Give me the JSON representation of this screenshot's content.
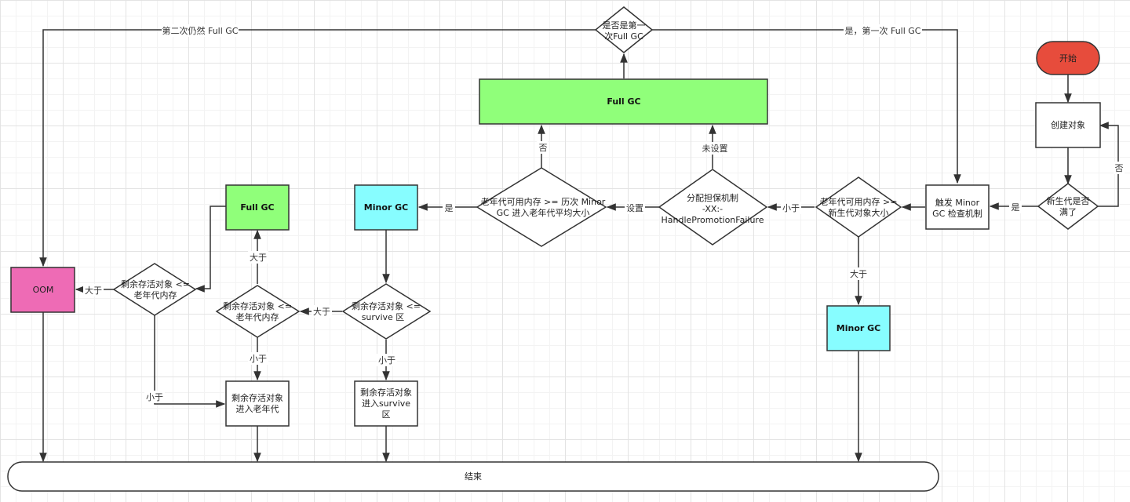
{
  "colors": {
    "start_red": "#e74c3c",
    "full_gc_green": "#90ff7a",
    "minor_gc_cyan": "#87fdff",
    "oom_pink": "#ee6bb5",
    "white": "#ffffff"
  },
  "nodes": {
    "start": "开始",
    "create_object": "创建对象",
    "young_full": [
      "新生代是否",
      "满了"
    ],
    "trigger_minor": [
      "触发 Minor",
      "GC 检查机制"
    ],
    "old_vs_young": [
      "老年代可用内存 >=",
      "新生代对象大小"
    ],
    "minor_gc_right": "Minor GC",
    "promotion_failure": [
      "分配担保机制",
      "-XX:-",
      "HandlePromotionFailure"
    ],
    "full_gc_top": "Full GC",
    "first_full_gc": [
      "是否是第一",
      "次Full GC"
    ],
    "old_vs_avg": [
      "老年代可用内存 >=  历次 Minor",
      "GC 进入老年代平均大小"
    ],
    "minor_gc_mid": "Minor GC",
    "survive_check": [
      "剩余存活对象 <=",
      "survive 区"
    ],
    "into_survive": [
      "剩余存活对象",
      "进入survive",
      "区"
    ],
    "old_mem_check": [
      "剩余存活对象 <=",
      "老年代内存"
    ],
    "full_gc_mid": "Full GC",
    "into_old": [
      "剩余存活对象",
      "进入老年代"
    ],
    "old_mem_check_2": [
      "剩余存活对象 <=",
      "老年代内存"
    ],
    "oom": "OOM",
    "end": "结束"
  },
  "edges": {
    "no": "否",
    "yes": "是",
    "less": "小于",
    "more": "大于",
    "set": "设置",
    "not_set": "未设置",
    "first_yes": "是，第一次 Full GC",
    "second_full": "第二次仍然 Full GC"
  }
}
